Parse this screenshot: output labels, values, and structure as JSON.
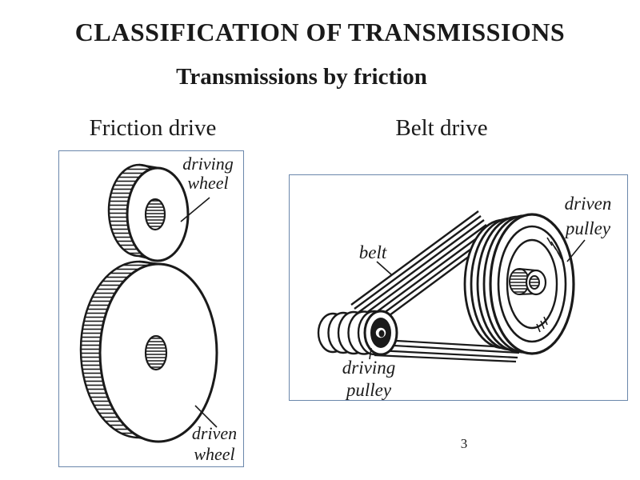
{
  "slide": {
    "title": "CLASSIFICATION OF TRANSMISSIONS",
    "subtitle": "Transmissions by friction",
    "page_number": "3"
  },
  "figures": {
    "friction": {
      "heading": "Friction drive",
      "labels": {
        "driving_wheel_line1": "driving",
        "driving_wheel_line2": "wheel",
        "driven_wheel_line1": "driven",
        "driven_wheel_line2": "wheel"
      }
    },
    "belt": {
      "heading": "Belt drive",
      "labels": {
        "belt": "belt",
        "driven_pulley_line1": "driven",
        "driven_pulley_line2": "pulley",
        "driving_pulley_line1": "driving",
        "driving_pulley_line2": "pulley"
      }
    }
  },
  "colors": {
    "background": "#ffffff",
    "ink": "#1a1a1a",
    "figure_box_border": "#6b87ab"
  }
}
